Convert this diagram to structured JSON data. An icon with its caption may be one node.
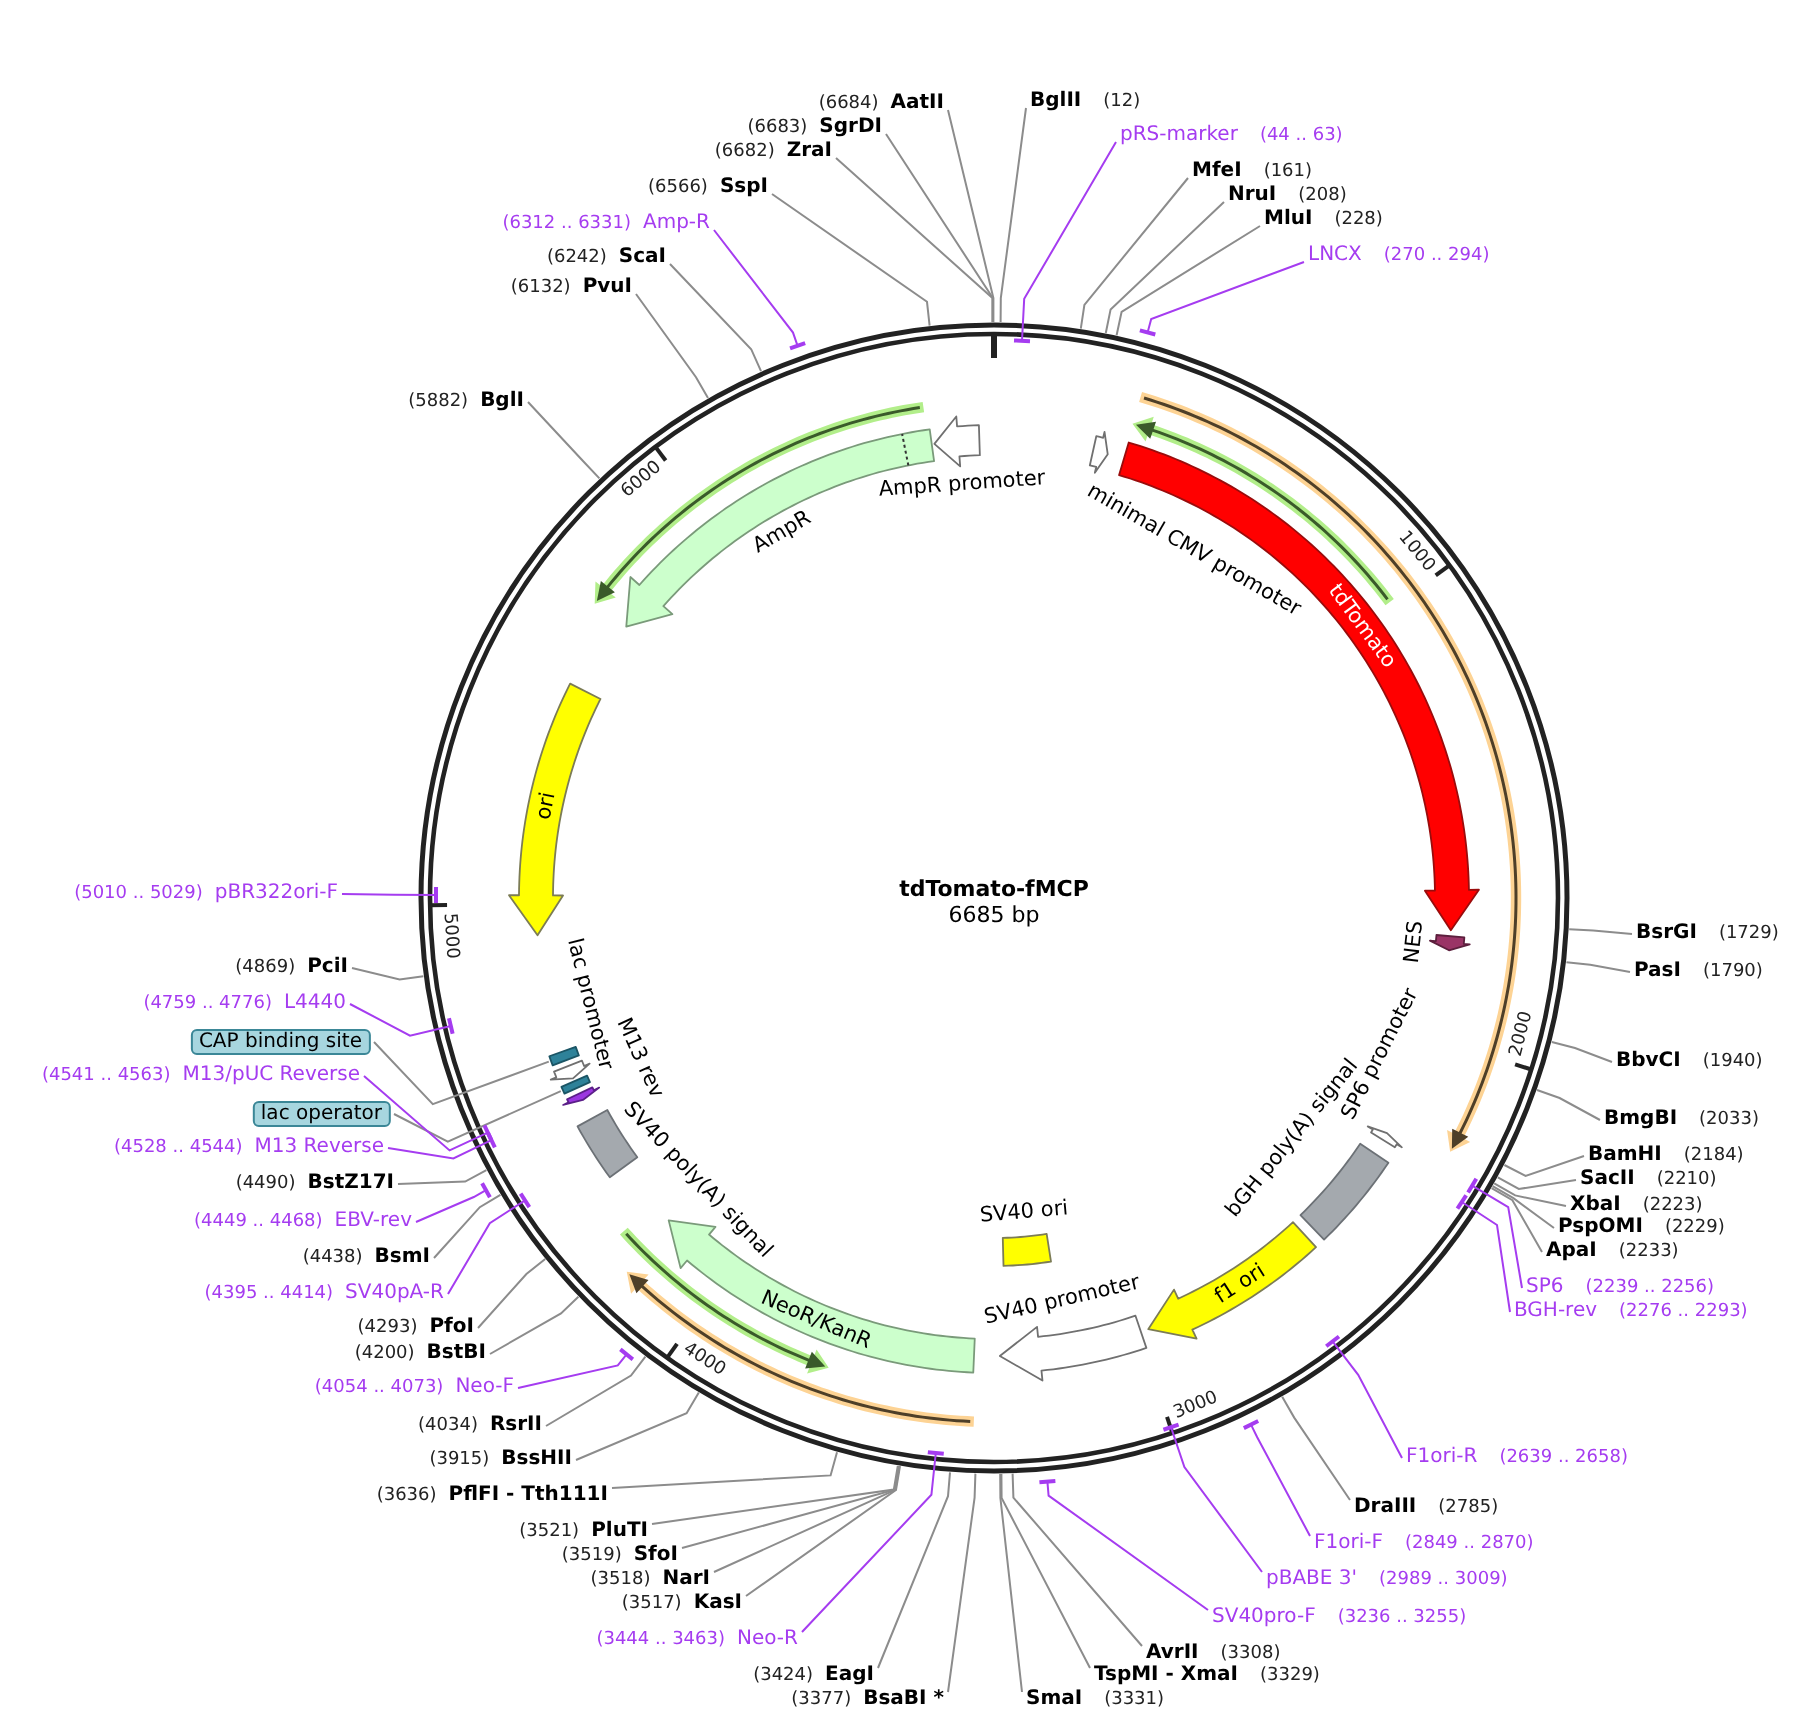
{
  "diagram": {
    "nodes": [
      {
        "text": [
          "tdTomato-fMCP",
          "6685 bp"
        ]
      },
      {
        "text": [],
        "shape": "arrow",
        "beside": [
          "AmpR promoter"
        ],
        "in": 0
      },
      {
        "text": [],
        "shape": "arrow",
        "beside": [
          "minimal CMV promoter"
        ],
        "in": 0
      },
      {
        "text": [],
        "shape": "arrow",
        "beside": [
          "AmpR"
        ],
        "in": 0
      },
      {
        "text": [
          "tdTomato"
        ],
        "in": 0
      },
      {
        "text": [
          "ori"
        ],
        "in": 0
      },
      {
        "text": [],
        "shape": "arrow",
        "beside": [
          "NES"
        ],
        "in": 0
      },
      {
        "text": [],
        "shape": "box",
        "in": 0
      },
      {
        "text": [],
        "shape": "arrow",
        "beside": [
          "lac promoter"
        ],
        "in": 0
      },
      {
        "text": [],
        "shape": "box",
        "in": 0
      },
      {
        "text": [],
        "shape": "arrow",
        "beside": [
          "M13 rev"
        ],
        "in": 0
      },
      {
        "text": [],
        "shape": "arrow",
        "beside": [
          "SP6 promoter"
        ],
        "in": 0
      },
      {
        "text": [],
        "shape": "box",
        "beside": [
          "SV40 poly(A) signal"
        ],
        "in": 0
      },
      {
        "text": [],
        "shape": "box",
        "beside": [
          "bGH poly(A) signal"
        ],
        "in": 0
      },
      {
        "text": [],
        "shape": "box",
        "beside": [
          "SV40 ori"
        ],
        "in": 0
      },
      {
        "text": [
          "f1 ori"
        ],
        "in": 0
      },
      {
        "text": [
          "NeoR/KanR"
        ],
        "in": 0
      },
      {
        "text": [],
        "shape": "arrow",
        "beside": [
          "SV40 promoter"
        ],
        "in": 0
      },
      {
        "text": [
          "BglII",
          "(12)"
        ]
      },
      {
        "text": [
          "pRS-marker",
          "(44 .. 63)"
        ]
      },
      {
        "text": [
          "MfeI",
          "(161)"
        ]
      },
      {
        "text": [
          "NruI",
          "(208)"
        ]
      },
      {
        "text": [
          "MluI",
          "(228)"
        ]
      },
      {
        "text": [
          "LNCX",
          "(270 .. 294)"
        ]
      },
      {
        "text": [
          "BsrGI",
          "(1729)"
        ]
      },
      {
        "text": [
          "PasI",
          "(1790)"
        ]
      },
      {
        "text": [
          "BbvCI",
          "(1940)"
        ]
      },
      {
        "text": [
          "BmgBI",
          "(2033)"
        ]
      },
      {
        "text": [
          "BamHI",
          "(2184)"
        ]
      },
      {
        "text": [
          "SacII",
          "(2210)"
        ]
      },
      {
        "text": [
          "XbaI",
          "(2223)"
        ]
      },
      {
        "text": [
          "PspOMI",
          "(2229)"
        ]
      },
      {
        "text": [
          "ApaI",
          "(2233)"
        ]
      },
      {
        "text": [
          "SP6",
          "(2239 .. 2256)"
        ]
      },
      {
        "text": [
          "BGH-rev",
          "(2276 .. 2293)"
        ]
      },
      {
        "text": [
          "F1ori-R",
          "(2639 .. 2658)"
        ]
      },
      {
        "text": [
          "DraIII",
          "(2785)"
        ]
      },
      {
        "text": [
          "F1ori-F",
          "(2849 .. 2870)"
        ]
      },
      {
        "text": [
          "pBABE 3'",
          "(2989 .. 3009)"
        ]
      },
      {
        "text": [
          "SV40pro-F",
          "(3236 .. 3255)"
        ]
      },
      {
        "text": [
          "AvrII",
          "(3308)"
        ]
      },
      {
        "text": [
          "TspMI - XmaI",
          "(3329)"
        ]
      },
      {
        "text": [
          "SmaI",
          "(3331)"
        ]
      },
      {
        "text": [
          "(3377)",
          "BsaBI *"
        ]
      },
      {
        "text": [
          "(3424)",
          "EagI"
        ]
      },
      {
        "text": [
          "(3444 .. 3463)",
          "Neo-R"
        ]
      },
      {
        "text": [
          "(3517)",
          "KasI"
        ]
      },
      {
        "text": [
          "(3518)",
          "NarI"
        ]
      },
      {
        "text": [
          "(3519)",
          "SfoI"
        ]
      },
      {
        "text": [
          "(3521)",
          "PluTI"
        ]
      },
      {
        "text": [
          "(3636)",
          "PflFI - Tth111I"
        ]
      },
      {
        "text": [
          "(3915)",
          "BssHII"
        ]
      },
      {
        "text": [
          "(4034)",
          "RsrII"
        ]
      },
      {
        "text": [
          "(4054 .. 4073)",
          "Neo-F"
        ]
      },
      {
        "text": [
          "(4200)",
          "BstBI"
        ]
      },
      {
        "text": [
          "(4293)",
          "PfoI"
        ]
      },
      {
        "text": [
          "(4395 .. 4414)",
          "SV40pA-R"
        ]
      },
      {
        "text": [
          "(4438)",
          "BsmI"
        ]
      },
      {
        "text": [
          "(4449 .. 4468)",
          "EBV-rev"
        ]
      },
      {
        "text": [
          "(4490)",
          "BstZ17I"
        ]
      },
      {
        "text": [
          "(4528 .. 4544)",
          "M13 Reverse"
        ]
      },
      {
        "text": [
          "lac operator"
        ]
      },
      {
        "text": [
          "(4541 .. 4563)",
          "M13/pUC Reverse"
        ]
      },
      {
        "text": [
          "CAP binding site"
        ]
      },
      {
        "text": [
          "(4759 .. 4776)",
          "L4440"
        ]
      },
      {
        "text": [
          "(4869)",
          "PciI"
        ]
      },
      {
        "text": [
          "(5010 .. 5029)",
          "pBR322ori-F"
        ]
      },
      {
        "text": [
          "(5882)",
          "BglI"
        ]
      },
      {
        "text": [
          "(6132)",
          "PvuI"
        ]
      },
      {
        "text": [
          "(6242)",
          "ScaI"
        ]
      },
      {
        "text": [
          "(6312 .. 6331)",
          "Amp-R"
        ]
      },
      {
        "text": [
          "(6566)",
          "SspI"
        ]
      },
      {
        "text": [
          "(6682)",
          "ZraI"
        ]
      },
      {
        "text": [
          "(6683)",
          "SgrDI"
        ]
      },
      {
        "text": [
          "(6684)",
          "AatII"
        ]
      }
    ],
    "edges": [
      {
        "from": 18,
        "to": 0,
        "arrow": "none"
      },
      {
        "from": 19,
        "to": 0,
        "arrow": "other",
        "color": "#a53cf0"
      },
      {
        "from": 20,
        "to": 0,
        "arrow": "none"
      },
      {
        "from": 21,
        "to": 0,
        "arrow": "none"
      },
      {
        "from": 22,
        "to": 0,
        "arrow": "none"
      },
      {
        "from": 23,
        "to": 0,
        "arrow": "other",
        "color": "#a53cf0"
      },
      {
        "from": 24,
        "to": 0,
        "arrow": "none"
      },
      {
        "from": 25,
        "to": 0,
        "arrow": "none"
      },
      {
        "from": 26,
        "to": 0,
        "arrow": "none"
      },
      {
        "from": 27,
        "to": 0,
        "arrow": "none"
      },
      {
        "from": 28,
        "to": 0,
        "arrow": "none"
      },
      {
        "from": 29,
        "to": 0,
        "arrow": "none"
      },
      {
        "from": 30,
        "to": 0,
        "arrow": "none"
      },
      {
        "from": 31,
        "to": 0,
        "arrow": "none"
      },
      {
        "from": 32,
        "to": 0,
        "arrow": "none"
      },
      {
        "from": 33,
        "to": 0,
        "arrow": "other",
        "color": "#a53cf0"
      },
      {
        "from": 34,
        "to": 0,
        "arrow": "other",
        "color": "#a53cf0"
      },
      {
        "from": 35,
        "to": 0,
        "arrow": "other",
        "color": "#a53cf0"
      },
      {
        "from": 36,
        "to": 0,
        "arrow": "none"
      },
      {
        "from": 37,
        "to": 0,
        "arrow": "other",
        "color": "#a53cf0"
      },
      {
        "from": 38,
        "to": 0,
        "arrow": "other",
        "color": "#a53cf0"
      },
      {
        "from": 39,
        "to": 0,
        "arrow": "other",
        "color": "#a53cf0"
      },
      {
        "from": 40,
        "to": 0,
        "arrow": "none"
      },
      {
        "from": 41,
        "to": 0,
        "arrow": "none"
      },
      {
        "from": 42,
        "to": 0,
        "arrow": "none"
      },
      {
        "from": 43,
        "to": 0,
        "arrow": "none"
      },
      {
        "from": 44,
        "to": 0,
        "arrow": "none"
      },
      {
        "from": 45,
        "to": 0,
        "arrow": "other",
        "color": "#a53cf0"
      },
      {
        "from": 46,
        "to": 0,
        "arrow": "none"
      },
      {
        "from": 47,
        "to": 0,
        "arrow": "none"
      },
      {
        "from": 48,
        "to": 0,
        "arrow": "none"
      },
      {
        "from": 49,
        "to": 0,
        "arrow": "none"
      },
      {
        "from": 50,
        "to": 0,
        "arrow": "none"
      },
      {
        "from": 51,
        "to": 0,
        "arrow": "none"
      },
      {
        "from": 52,
        "to": 0,
        "arrow": "none"
      },
      {
        "from": 53,
        "to": 0,
        "arrow": "other",
        "color": "#a53cf0"
      },
      {
        "from": 54,
        "to": 0,
        "arrow": "none"
      },
      {
        "from": 55,
        "to": 0,
        "arrow": "none"
      },
      {
        "from": 56,
        "to": 0,
        "arrow": "other",
        "color": "#a53cf0"
      },
      {
        "from": 57,
        "to": 0,
        "arrow": "none"
      },
      {
        "from": 58,
        "to": 0,
        "arrow": "other",
        "color": "#a53cf0"
      },
      {
        "from": 59,
        "to": 0,
        "arrow": "none"
      },
      {
        "from": 60,
        "to": 0,
        "arrow": "other",
        "color": "#a53cf0"
      },
      {
        "from": 61,
        "to": 9,
        "arrow": "none"
      },
      {
        "from": 62,
        "to": 0,
        "arrow": "other",
        "color": "#a53cf0"
      },
      {
        "from": 63,
        "to": 7,
        "arrow": "none"
      },
      {
        "from": 64,
        "to": 0,
        "arrow": "other",
        "color": "#a53cf0"
      },
      {
        "from": 65,
        "to": 0,
        "arrow": "none"
      },
      {
        "from": 66,
        "to": 0,
        "arrow": "other",
        "color": "#a53cf0"
      },
      {
        "from": 67,
        "to": 0,
        "arrow": "none"
      },
      {
        "from": 68,
        "to": 0,
        "arrow": "none"
      },
      {
        "from": 69,
        "to": 0,
        "arrow": "none"
      },
      {
        "from": 70,
        "to": 0,
        "arrow": "other",
        "color": "#a53cf0"
      },
      {
        "from": 71,
        "to": 0,
        "arrow": "none"
      },
      {
        "from": 72,
        "to": 0,
        "arrow": "none"
      },
      {
        "from": 73,
        "to": 0,
        "arrow": "none"
      },
      {
        "from": 74,
        "to": 0,
        "arrow": "none"
      }
    ],
    "labels": [
      "1000",
      "2000",
      "3000",
      "4000",
      "5000",
      "6000"
    ]
  }
}
